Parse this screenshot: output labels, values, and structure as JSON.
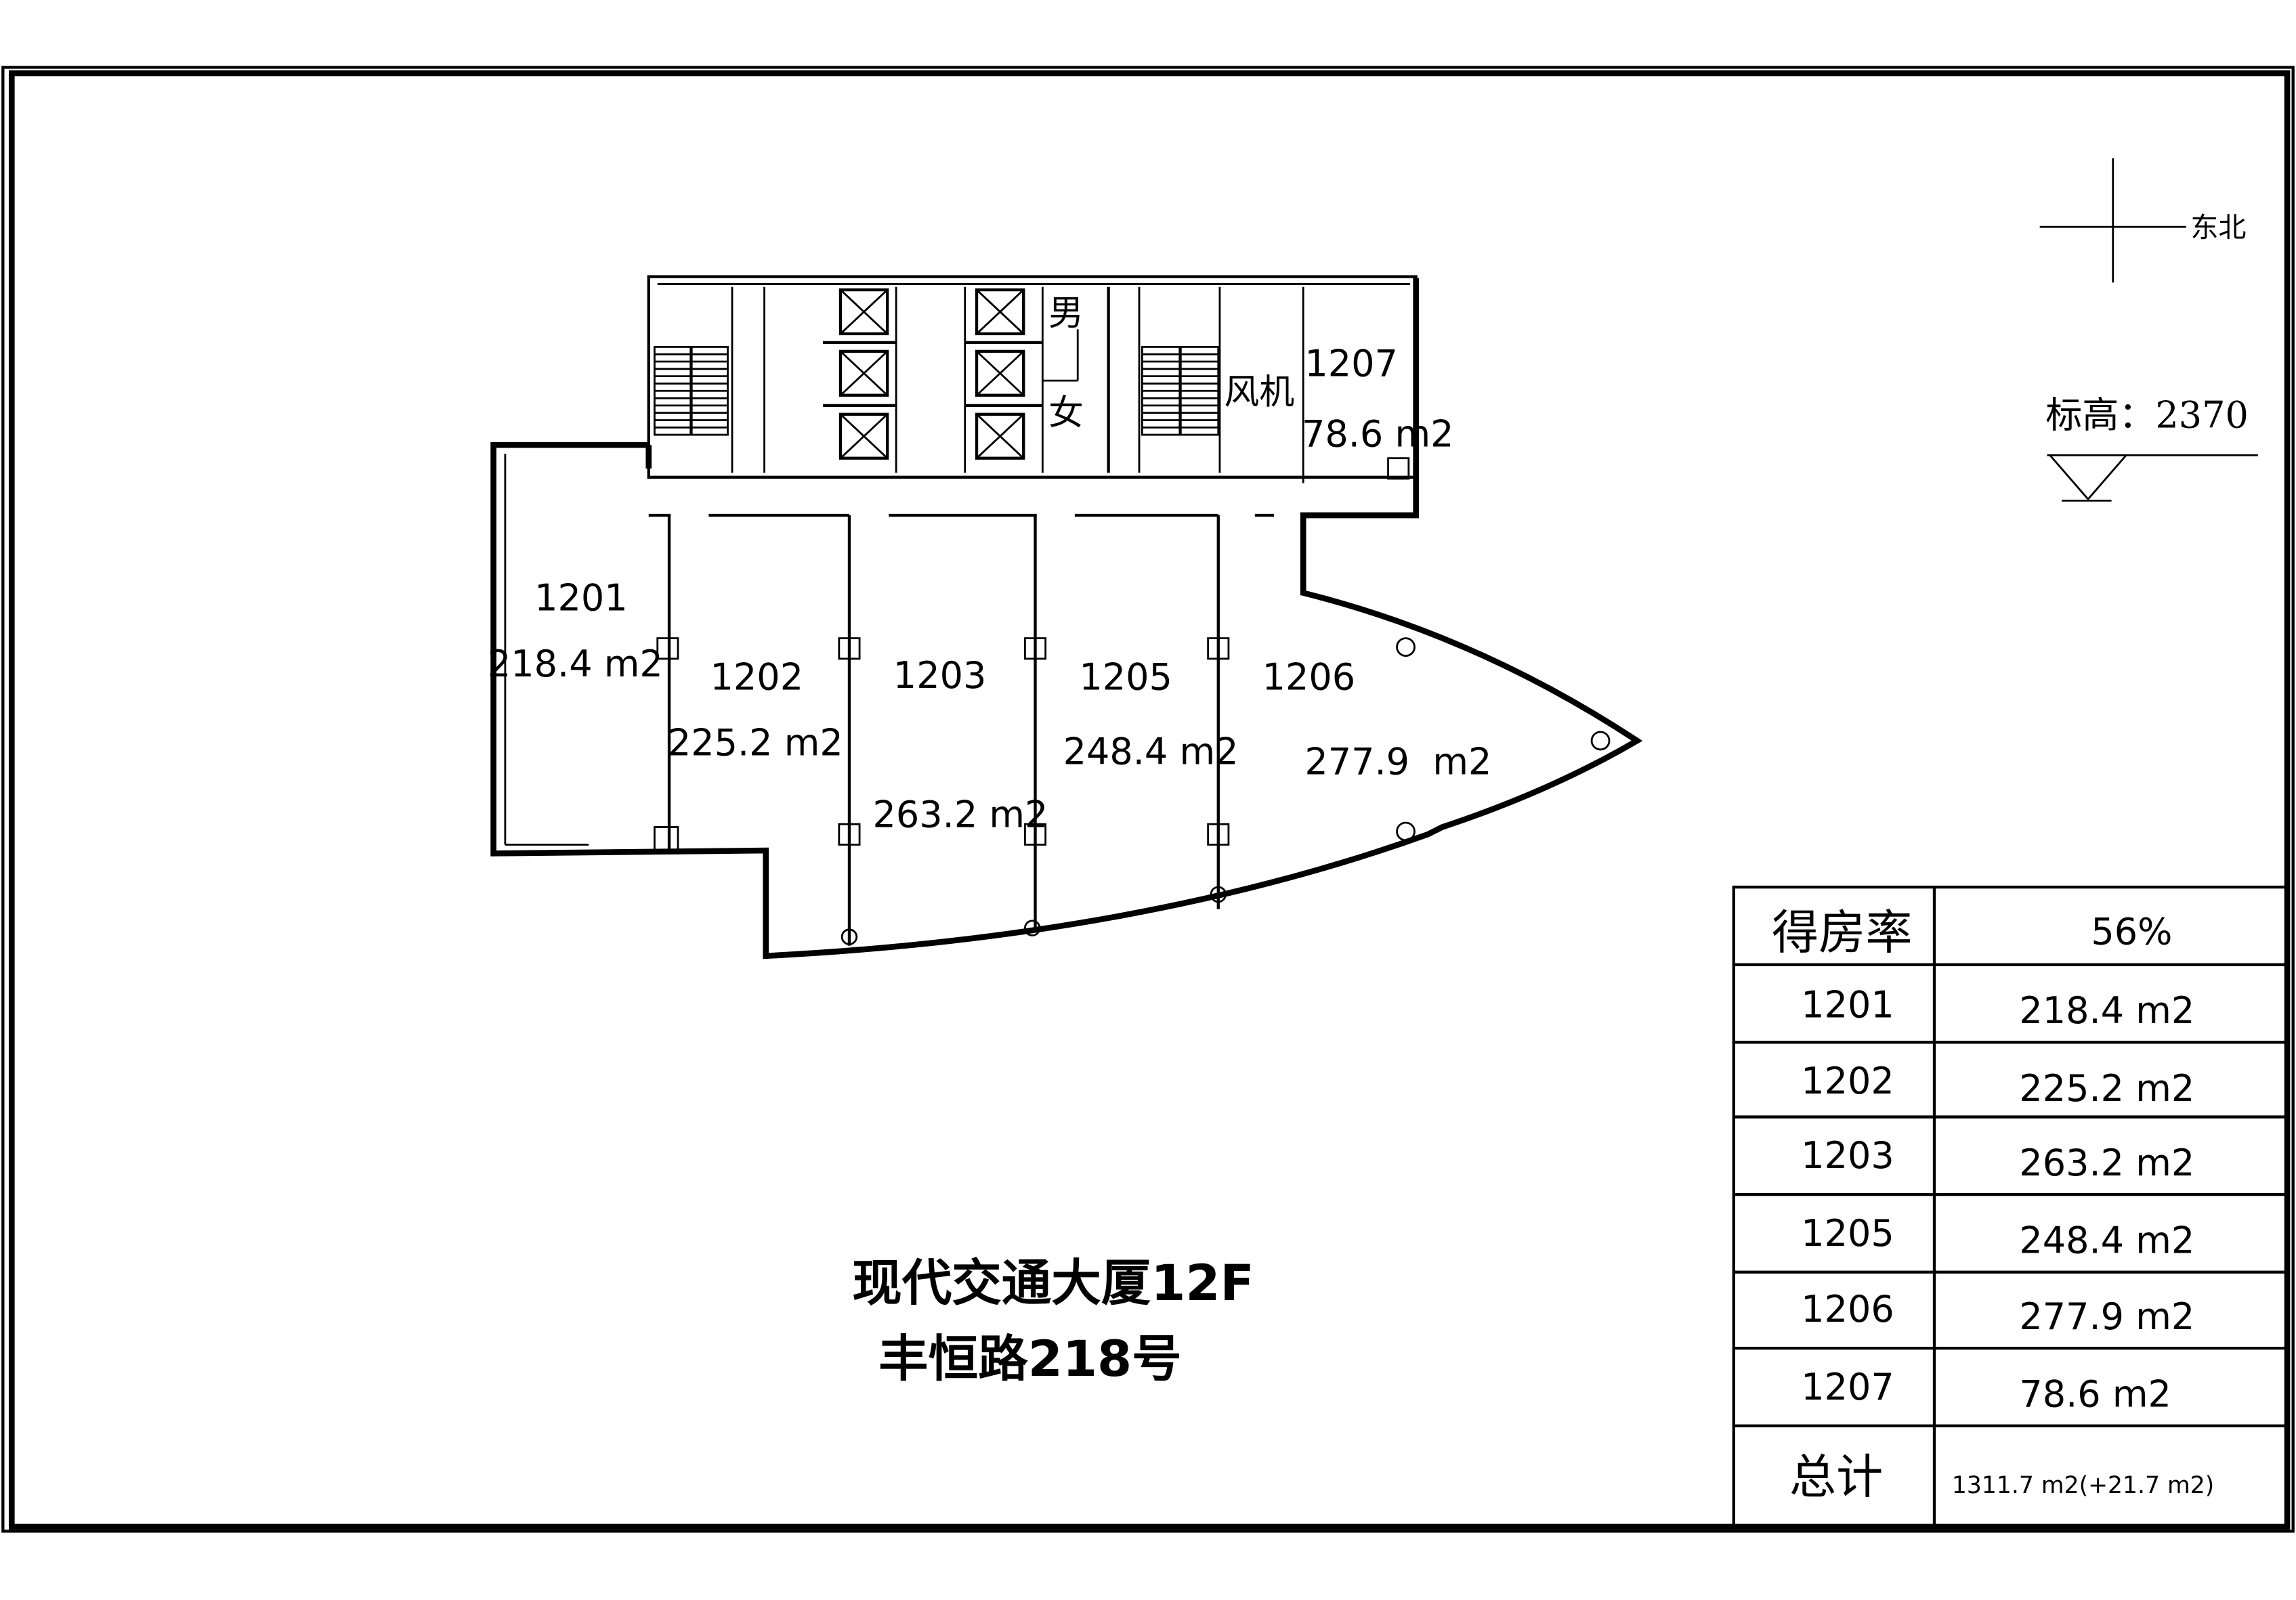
{
  "drawing": {
    "title_line1": "现代交通大厦12F",
    "title_line2": "丰恒路218号",
    "compass_label": "东北",
    "elevation_label": "标高：2370"
  },
  "plan_labels": {
    "core": {
      "male": "男",
      "female": "女",
      "fan_room": "风机"
    },
    "rooms": [
      {
        "id": "1201",
        "area": "218.4 m2"
      },
      {
        "id": "1202",
        "area": "225.2 m2"
      },
      {
        "id": "1203",
        "area": "263.2 m2"
      },
      {
        "id": "1205",
        "area": "248.4 m2"
      },
      {
        "id": "1206",
        "area": "277.9  m2"
      },
      {
        "id": "1207",
        "area": "78.6 m2"
      }
    ]
  },
  "table": {
    "header_label": "得房率",
    "header_value": "56%",
    "rows": [
      {
        "unit": "1201",
        "area": "218.4 m2"
      },
      {
        "unit": "1202",
        "area": "225.2 m2"
      },
      {
        "unit": "1203",
        "area": "263.2 m2"
      },
      {
        "unit": "1205",
        "area": "248.4 m2"
      },
      {
        "unit": "1206",
        "area": "277.9 m2"
      },
      {
        "unit": "1207",
        "area": "78.6 m2"
      }
    ],
    "total_label": "总计",
    "total_value": "1311.7 m2(+21.7 m2)"
  }
}
